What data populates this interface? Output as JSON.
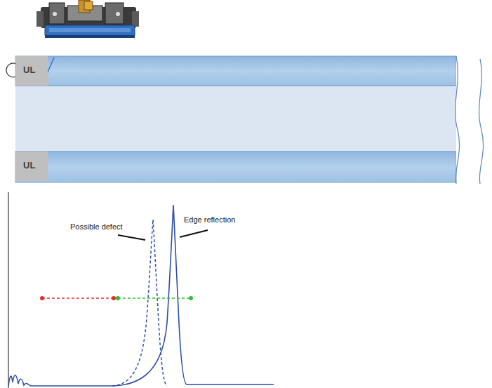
{
  "diagram": {
    "nodes": [
      {
        "text": [
          "UL"
        ]
      },
      {
        "text": [
          "UL"
        ]
      }
    ],
    "labels": [
      "Possible defect",
      "Edge reflection"
    ]
  }
}
